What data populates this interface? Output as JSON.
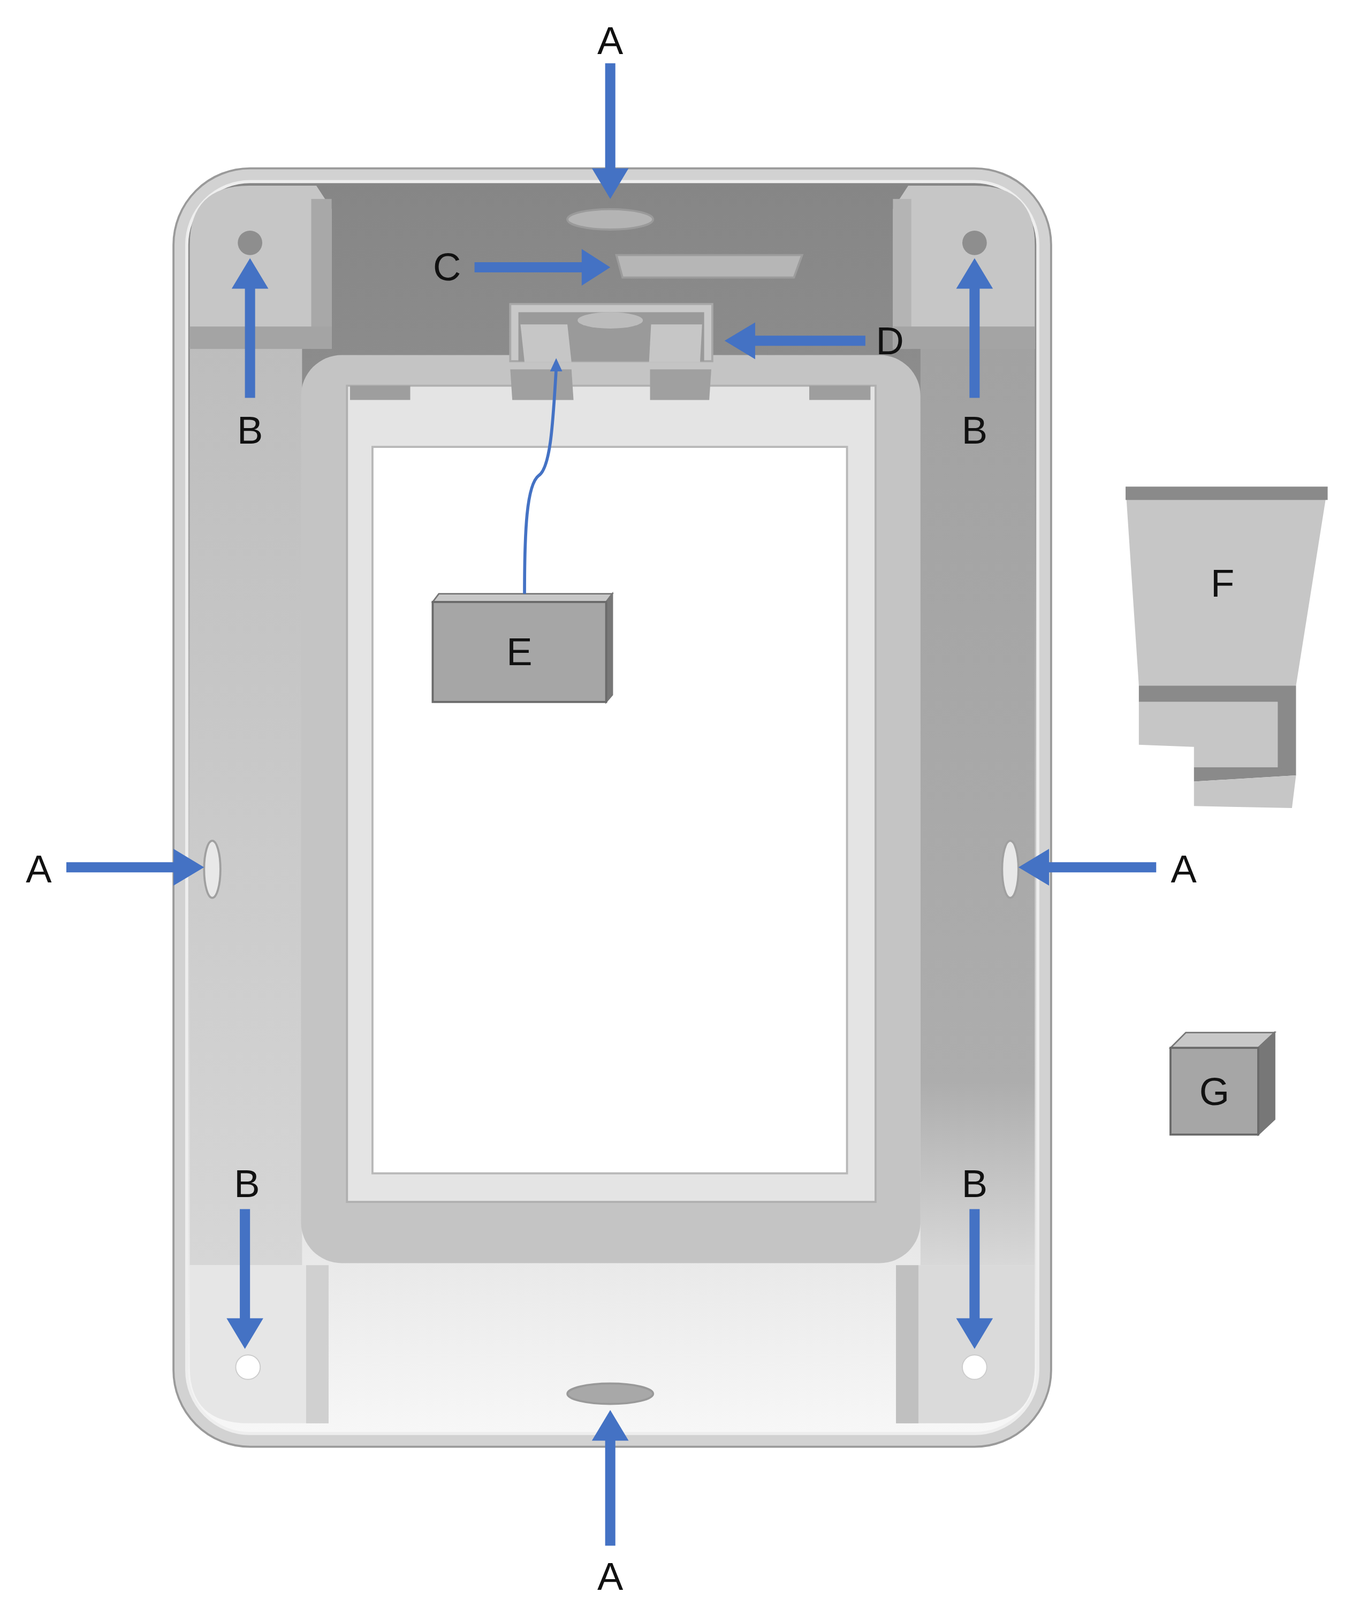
{
  "diagram": {
    "nodes": [
      {
        "text": [
          "E"
        ]
      },
      {
        "text": [
          "F"
        ]
      },
      {
        "text": [
          "G"
        ]
      }
    ],
    "labels": [
      "A",
      "C",
      "D",
      "B",
      "B",
      "A",
      "A",
      "B",
      "B",
      "A"
    ]
  }
}
